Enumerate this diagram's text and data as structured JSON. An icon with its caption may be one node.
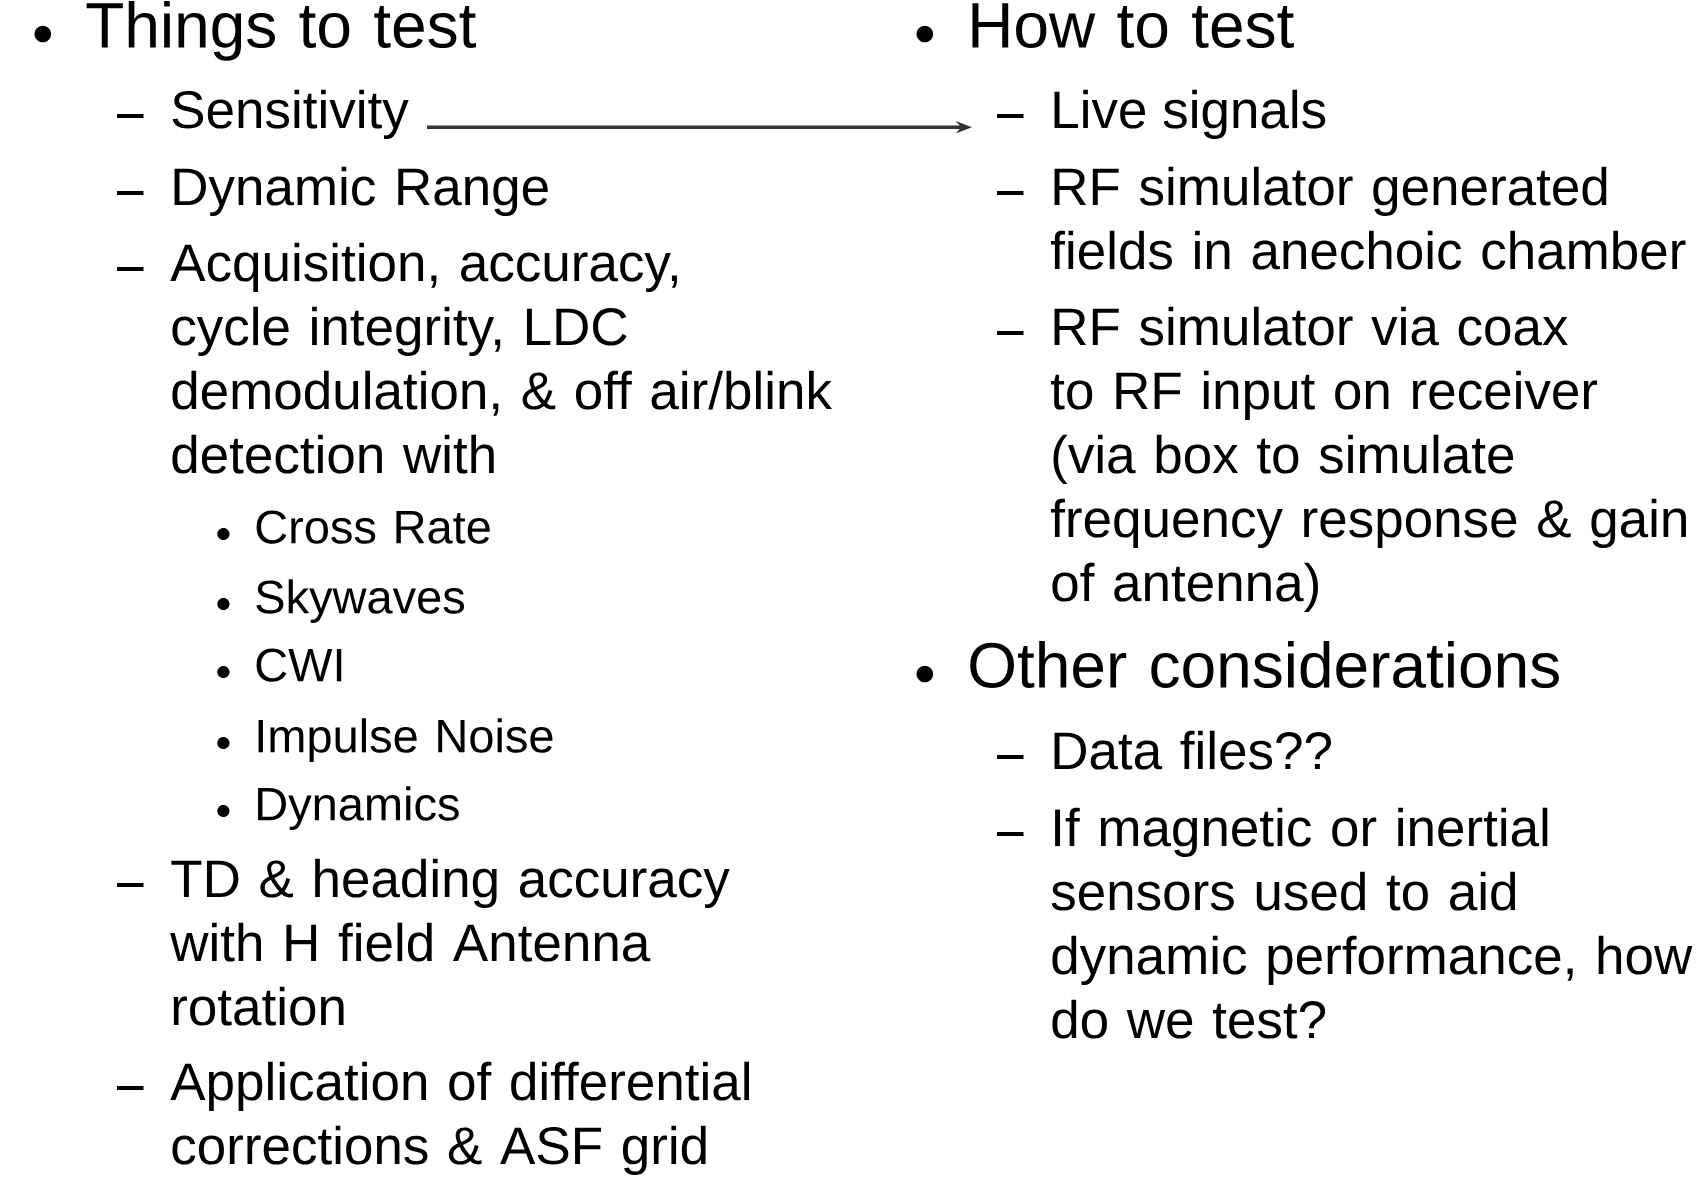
{
  "diagram": {
    "nodes": [
      {
        "text": [
          "Sensitivity"
        ]
      },
      {
        "text": [
          "Live signals"
        ]
      }
    ],
    "edges": [
      {
        "from": 0,
        "to": 1,
        "arrow": "to"
      }
    ],
    "labels": [
      "Things to test",
      "Dynamic Range",
      "Acquisition, accuracy, cycle integrity, LDC demodulation, & off air/blink detection with",
      "Cross Rate",
      "Skywaves",
      "CWI",
      "Impulse Noise",
      "Dynamics",
      "TD & heading accuracy with H field Antenna rotation",
      "Application of differential corrections & ASF grid",
      "How to test",
      "RF simulator generated fields in anechoic chamber",
      "RF simulator via coax to RF input on receiver (via box to simulate frequency response & gain of antenna)",
      "Other considerations",
      "Data files??",
      "If magnetic or inertial sensors used to aid dynamic performance, how do we test?"
    ]
  }
}
